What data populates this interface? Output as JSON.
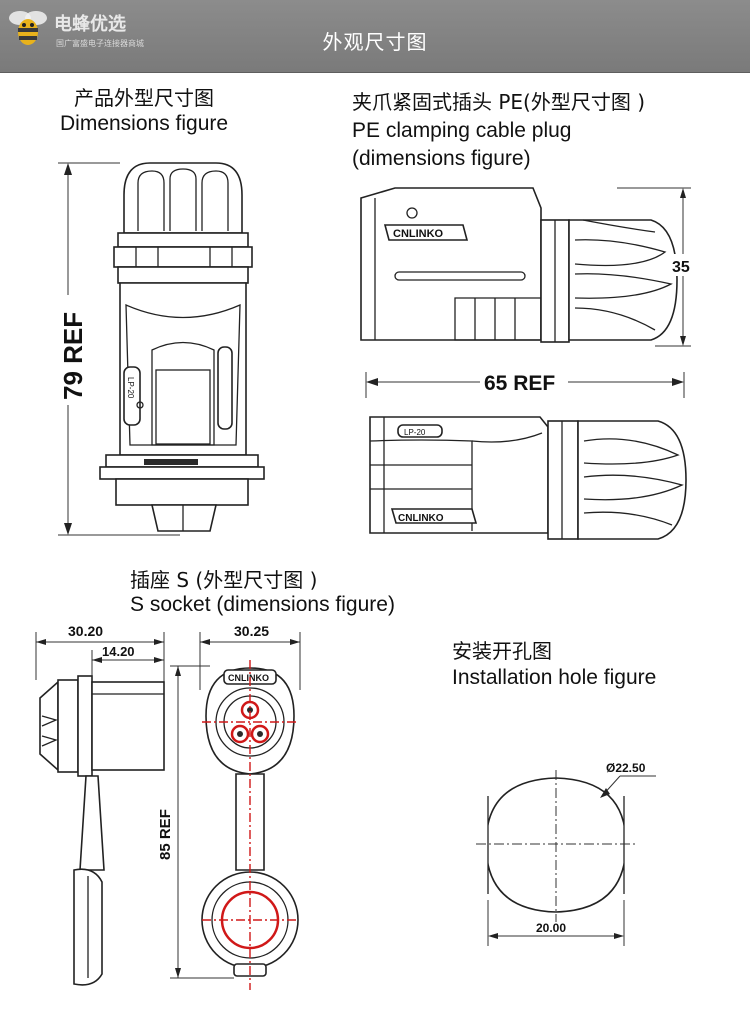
{
  "header": {
    "logo_name": "电蜂优选",
    "logo_sub": "国广富盛电子连接器商城",
    "title": "外观尺寸图"
  },
  "product": {
    "title_cn": "产品外型尺寸图",
    "title_en": "Dimensions figure",
    "height_label": "79 REF",
    "side_mark": "LP-20"
  },
  "plug": {
    "title_cn": "夹爪紧固式插头 PE(外型尺寸图 )",
    "title_en1": "PE clamping cable plug",
    "title_en2": "(dimensions figure)",
    "brand": "CNLINKO",
    "height_label": "35",
    "length_label": "65 REF",
    "bottom_mark": "LP-20"
  },
  "socket": {
    "title_cn": "插座 S (外型尺寸图 )",
    "title_en": "S socket (dimensions figure)",
    "width_total": "30.20",
    "width_inner": "14.20",
    "front_width": "30.25",
    "height_label": "85 REF",
    "brand": "CNLINKO"
  },
  "hole": {
    "title_cn": "安装开孔图",
    "title_en": "Installation hole figure",
    "diameter_label": "Ø22.50",
    "flat_label": "20.00"
  }
}
